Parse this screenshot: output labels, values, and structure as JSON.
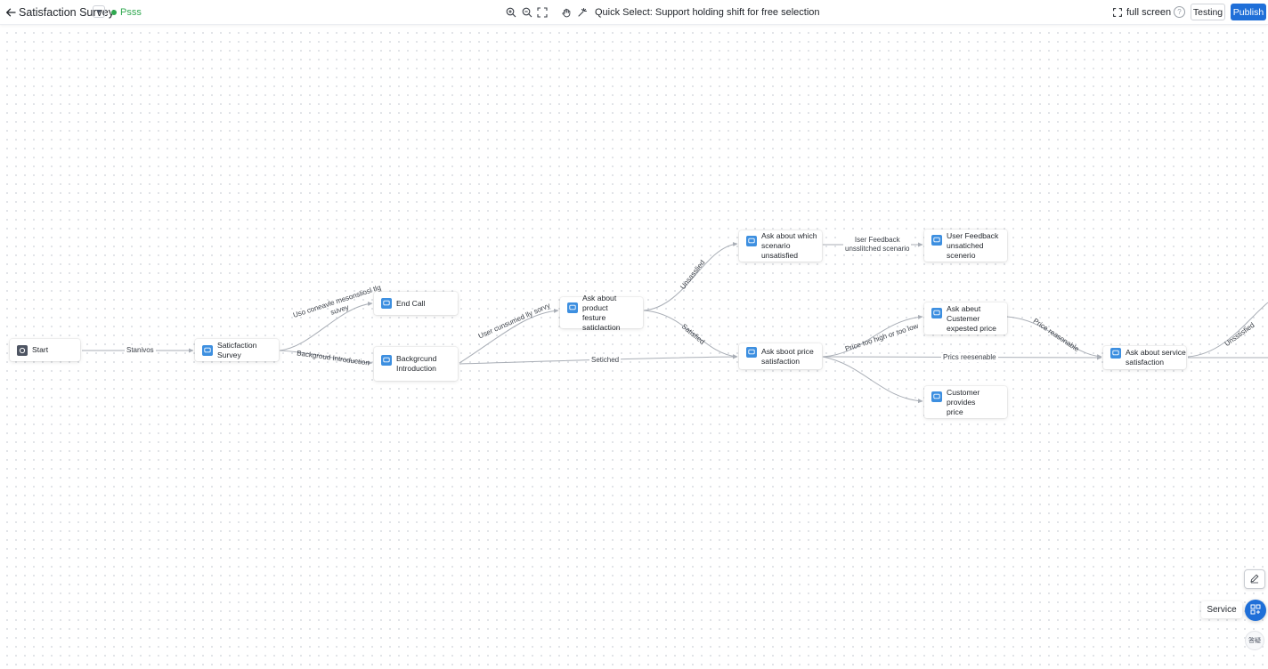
{
  "header": {
    "title": "Satisfaction Survey",
    "status": "Psss",
    "hint": "Quick Select: Support holding shift for free selection",
    "full_screen": "full screen",
    "help": "?",
    "testing": "Testing",
    "publish": "Publish"
  },
  "nodes": {
    "start": "Start",
    "survey": "Saticfaction Survey",
    "endcall": "End Call",
    "background": "Backgrcund\nIntroduction",
    "product": "Ask about product\nfesture saticlaction",
    "scenario": "Ask about which\nscenario unsatisfied",
    "feedback": "User Feedback\nunsatiched scenerio",
    "price": "Ask sboot price\nsatisfaction",
    "expected": "Ask abeut Custemer\nexpested price",
    "provides": "Customer provides\nprice",
    "service": "Ask about service\nsatisfaction"
  },
  "edges": {
    "start_survey": "Stanivos",
    "survey_endcall": "Uso coneavle mesonsliosl tlg\nsuvey",
    "survey_background": "Backgroud Introduction",
    "background_product": "User cunsumed lly sorvy",
    "background_price": "Setiched",
    "product_scenario": "Unsasslied",
    "product_price": "Satisfied",
    "scenario_feedback": "Iser Feedback\nunsslitched scenario",
    "price_expected": "Price too high or too low",
    "price_service": "Prics reesenable",
    "expected_service": "Price reasonable",
    "service_out": "Unsstisfied"
  },
  "floating": {
    "service_label": "Service",
    "qr_label": "答疑"
  },
  "colors": {
    "accent": "#1f6fd8",
    "status_green": "#2fa84f",
    "node_icon": "#3d8fe0",
    "edge": "#a9aeb6"
  },
  "icons": [
    "back-arrow-icon",
    "chevron-down-icon",
    "zoom-in-icon",
    "zoom-out-icon",
    "fit-view-icon",
    "hand-pan-icon",
    "magic-select-icon",
    "fullscreen-icon",
    "help-icon",
    "node-chat-icon",
    "start-icon",
    "edit-icon",
    "service-grid-icon"
  ]
}
